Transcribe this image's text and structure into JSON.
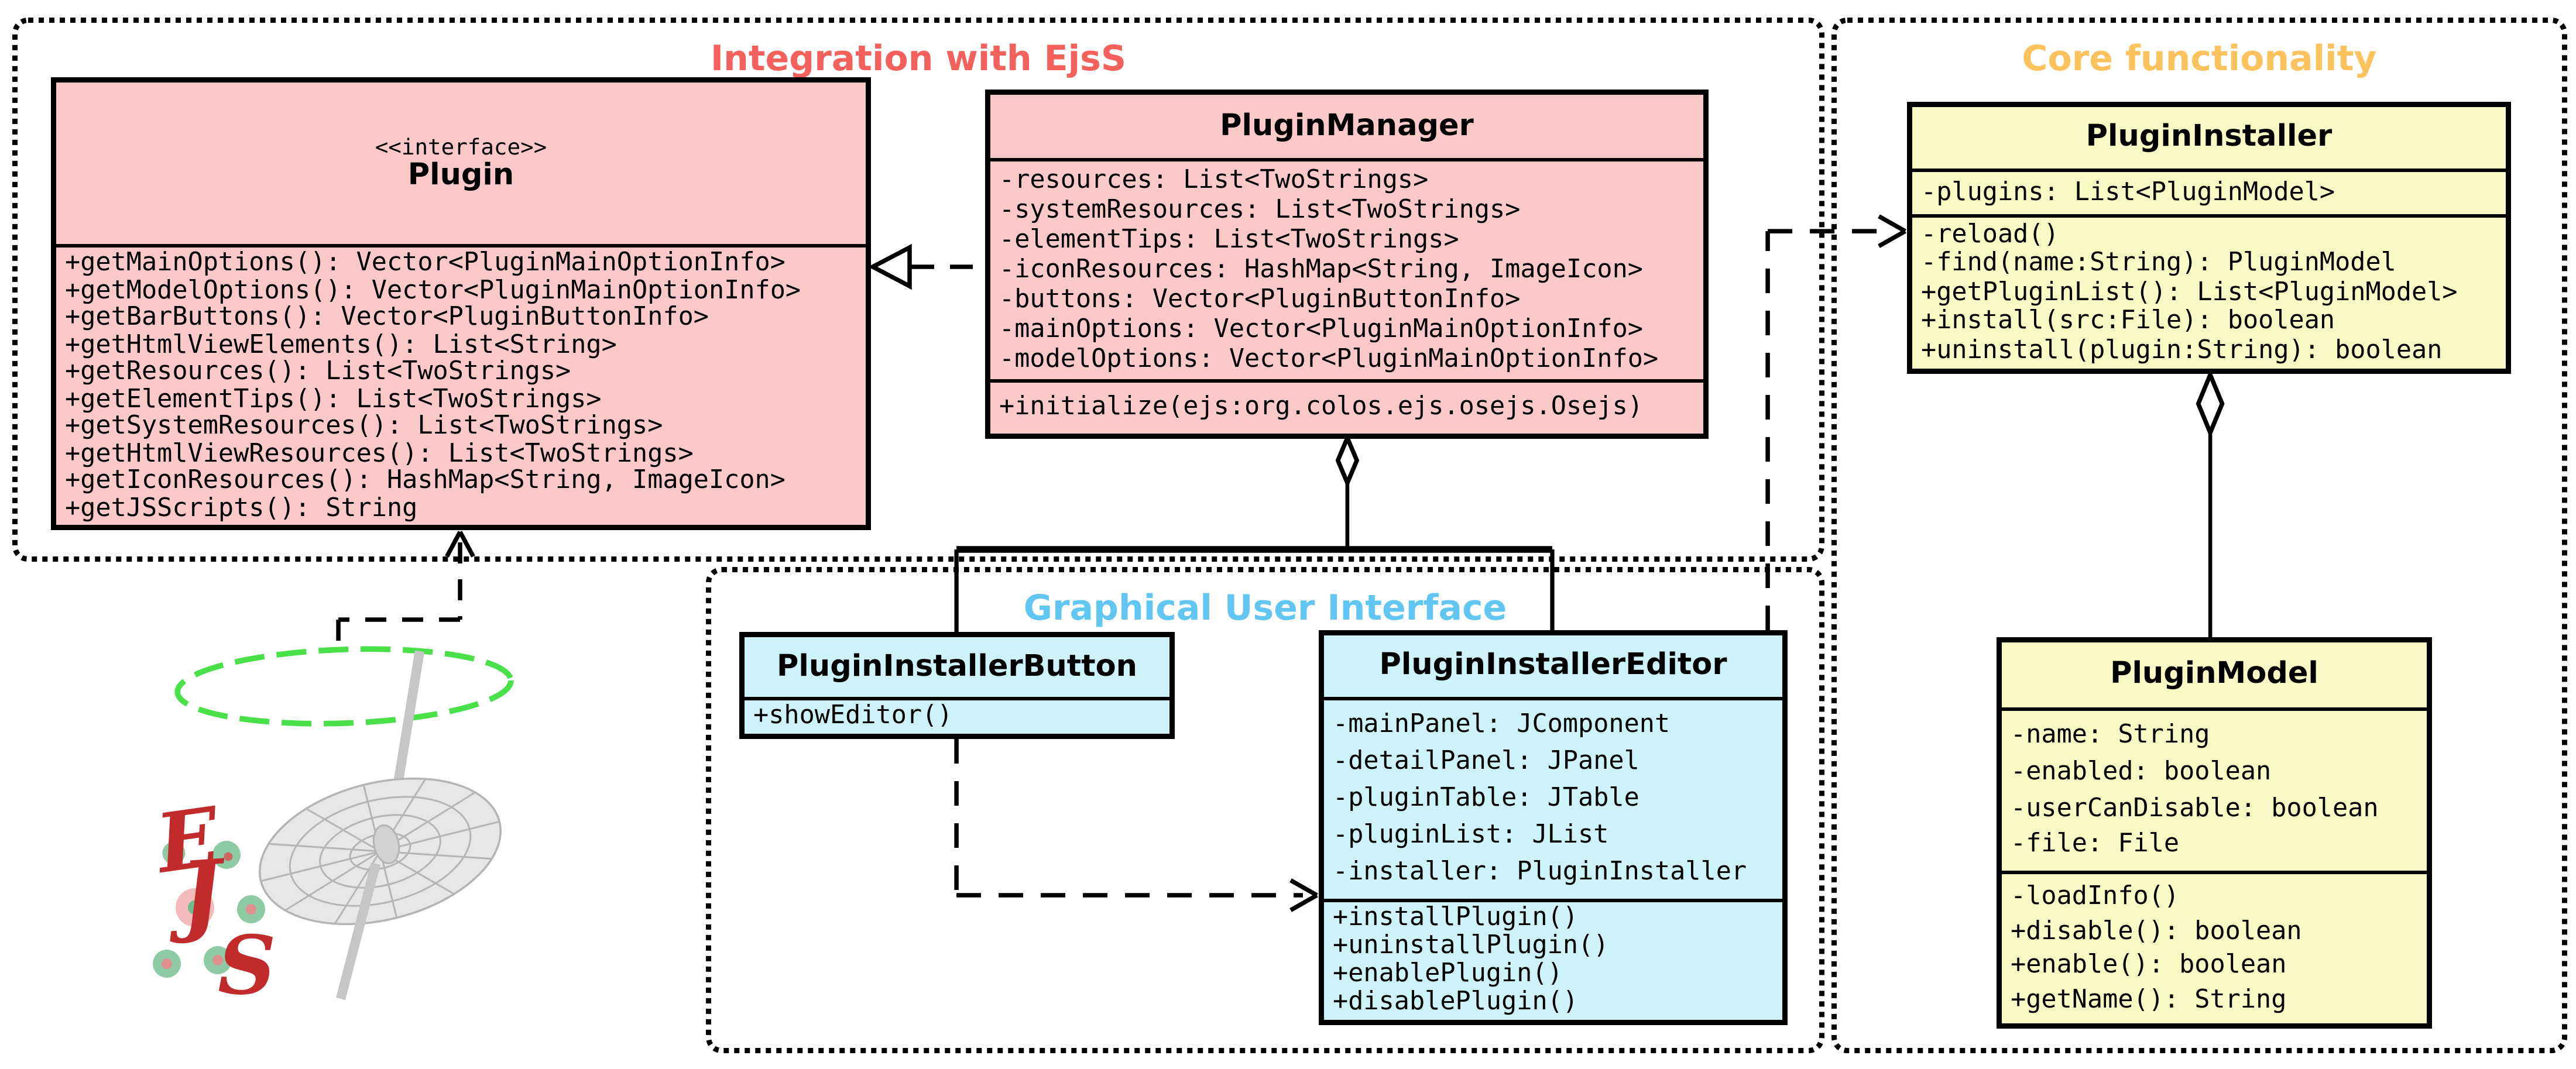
{
  "groups": {
    "integration": {
      "label": "Integration with EjsS",
      "color": "#f4615c"
    },
    "core": {
      "label": "Core functionality",
      "color": "#fbc25d"
    },
    "gui": {
      "label": "Graphical User Interface",
      "color": "#62c6f2"
    }
  },
  "classes": {
    "plugin": {
      "stereotype": "<<interface>>",
      "name": "Plugin",
      "methods": [
        "+getMainOptions(): Vector<PluginMainOptionInfo>",
        "+getModelOptions(): Vector<PluginMainOptionInfo>",
        "+getBarButtons(): Vector<PluginButtonInfo>",
        "+getHtmlViewElements(): List<String>",
        "+getResources(): List<TwoStrings>",
        "+getElementTips(): List<TwoStrings>",
        "+getSystemResources(): List<TwoStrings>",
        "+getHtmlViewResources(): List<TwoStrings>",
        "+getIconResources(): HashMap<String, ImageIcon>",
        "+getJSScripts(): String"
      ]
    },
    "plugin_manager": {
      "name": "PluginManager",
      "attributes": [
        "-resources: List<TwoStrings>",
        "-systemResources: List<TwoStrings>",
        "-elementTips: List<TwoStrings>",
        "-iconResources: HashMap<String, ImageIcon>",
        "-buttons: Vector<PluginButtonInfo>",
        "-mainOptions: Vector<PluginMainOptionInfo>",
        "-modelOptions: Vector<PluginMainOptionInfo>"
      ],
      "methods": [
        "+initialize(ejs:org.colos.ejs.osejs.Osejs)"
      ]
    },
    "plugin_installer": {
      "name": "PluginInstaller",
      "attributes": [
        "-plugins: List<PluginModel>"
      ],
      "methods": [
        "-reload()",
        "-find(name:String): PluginModel",
        "+getPluginList(): List<PluginModel>",
        "+install(src:File): boolean",
        "+uninstall(plugin:String): boolean"
      ]
    },
    "plugin_model": {
      "name": "PluginModel",
      "attributes": [
        "-name: String",
        "-enabled: boolean",
        "-userCanDisable: boolean",
        "-file: File"
      ],
      "methods": [
        "-loadInfo()",
        "+disable(): boolean",
        "+enable(): boolean",
        "+getName(): String"
      ]
    },
    "plugin_installer_button": {
      "name": "PluginInstallerButton",
      "methods": [
        "+showEditor()"
      ]
    },
    "plugin_installer_editor": {
      "name": "PluginInstallerEditor",
      "attributes": [
        "-mainPanel: JComponent",
        "-detailPanel: JPanel",
        "-pluginTable: JTable",
        "-pluginList: JList",
        "-installer: PluginInstaller"
      ],
      "methods": [
        "+installPlugin()",
        "+uninstallPlugin()",
        "+enablePlugin()",
        "+disablePlugin()"
      ]
    }
  },
  "logo": {
    "letters": [
      "E",
      "J",
      "S"
    ]
  }
}
